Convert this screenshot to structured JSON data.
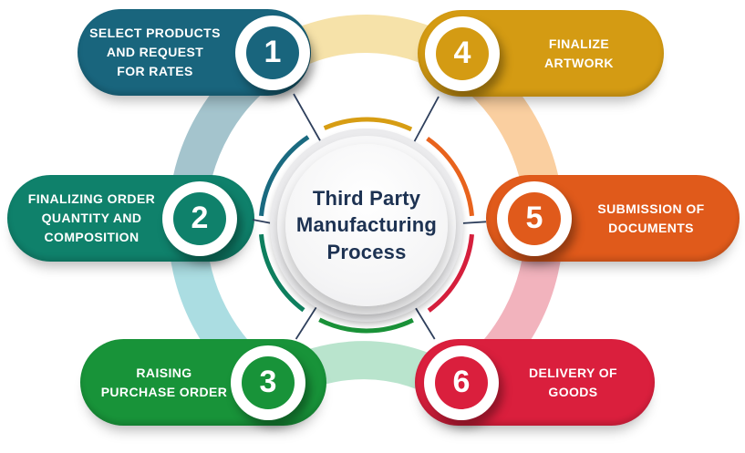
{
  "title": "Third Party Manufacturing Process",
  "steps": [
    {
      "number": "1",
      "label": "SELECT PRODUCTS\nAND REQUEST\nFOR RATES",
      "color": "#19657d",
      "pale_arc_color": "#a4c4cd"
    },
    {
      "number": "2",
      "label": "FINALIZING ORDER\nQUANTITY AND\nCOMPOSITION",
      "color": "#0f816b",
      "pale_arc_color": "#abdde2"
    },
    {
      "number": "3",
      "label": "RAISING\nPURCHASE ORDER",
      "color": "#189339",
      "pale_arc_color": "#b9e4cd"
    },
    {
      "number": "4",
      "label": "FINALIZE\nARTWORK",
      "color": "#d49b13",
      "pale_arc_color": "#f6e2a9"
    },
    {
      "number": "5",
      "label": "SUBMISSION OF\nDOCUMENTS",
      "color": "#e05a1b",
      "pale_arc_color": "#facfa0"
    },
    {
      "number": "6",
      "label": "DELIVERY OF\nGOODS",
      "color": "#da1f3d",
      "pale_arc_color": "#f2b3bd"
    }
  ],
  "center_ring_segments": [
    {
      "name": "teal-upper-left",
      "color": "#1a6a80"
    },
    {
      "name": "gold-top",
      "color": "#d79d13"
    },
    {
      "name": "orange-upper-right",
      "color": "#e8631d"
    },
    {
      "name": "red-lower-right",
      "color": "#d51f3c"
    },
    {
      "name": "green-bottom",
      "color": "#1a9238"
    },
    {
      "name": "sea-green-lower-left",
      "color": "#0e7f5e"
    }
  ],
  "colors": {
    "background": "#ffffff",
    "title_text": "#1d3252",
    "connector_line": "#2e3f5c",
    "step_text": "#ffffff"
  }
}
